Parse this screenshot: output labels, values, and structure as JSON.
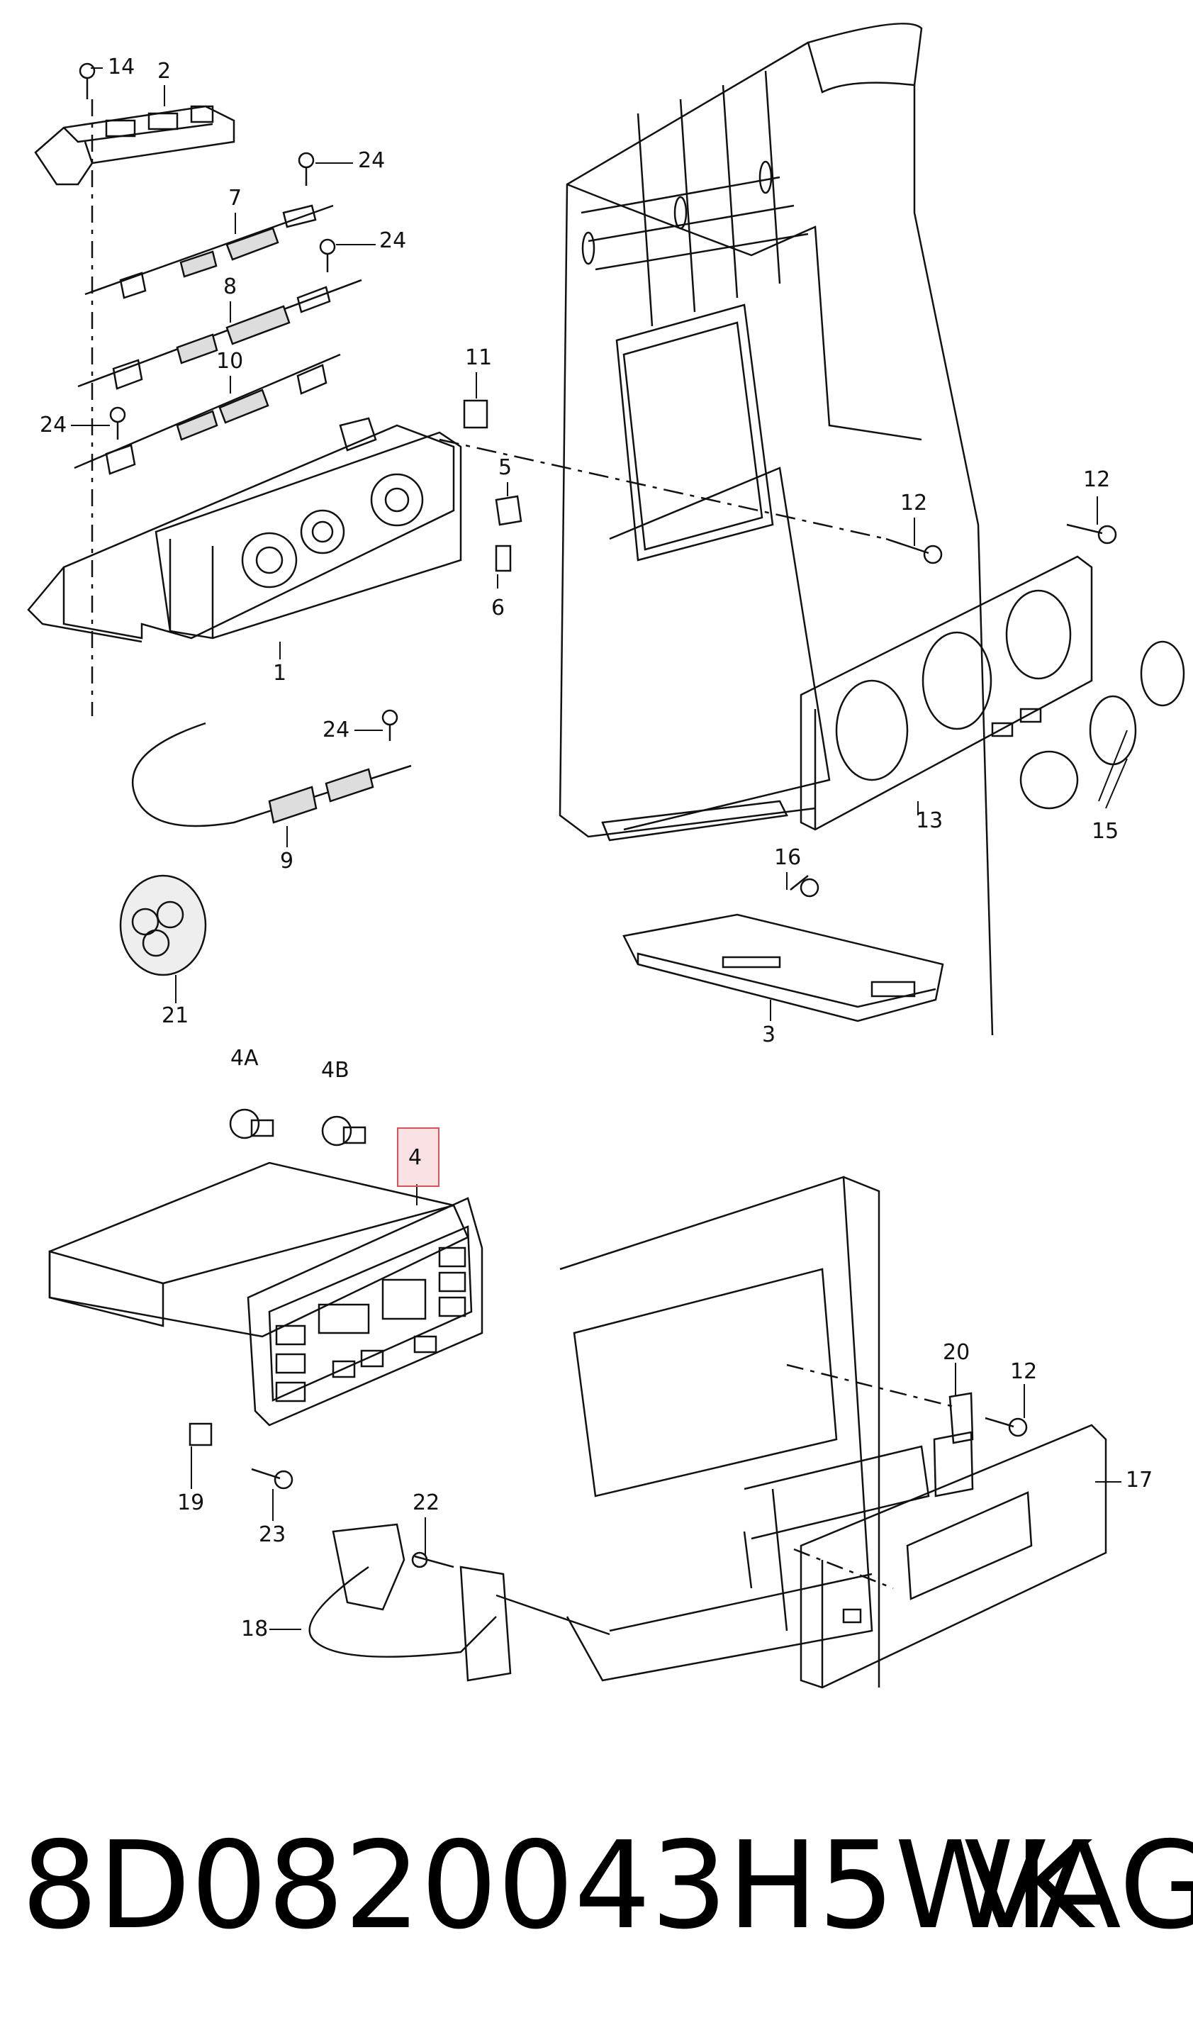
{
  "colors": {
    "line": "#111111",
    "highlight_border": "#d9535f",
    "highlight_fill": "#f0aaaf"
  },
  "callouts": [
    {
      "id": "c14",
      "text": "14"
    },
    {
      "id": "c2",
      "text": "2"
    },
    {
      "id": "c24a",
      "text": "24"
    },
    {
      "id": "c7",
      "text": "7"
    },
    {
      "id": "c24b",
      "text": "24"
    },
    {
      "id": "c8",
      "text": "8"
    },
    {
      "id": "c10",
      "text": "10"
    },
    {
      "id": "c11",
      "text": "11"
    },
    {
      "id": "c24c",
      "text": "24"
    },
    {
      "id": "c5",
      "text": "5"
    },
    {
      "id": "c6",
      "text": "6"
    },
    {
      "id": "c12a",
      "text": "12"
    },
    {
      "id": "c12b",
      "text": "12"
    },
    {
      "id": "c1",
      "text": "1"
    },
    {
      "id": "c24d",
      "text": "24"
    },
    {
      "id": "c9",
      "text": "9"
    },
    {
      "id": "c13",
      "text": "13"
    },
    {
      "id": "c15",
      "text": "15"
    },
    {
      "id": "c16",
      "text": "16"
    },
    {
      "id": "c21",
      "text": "21"
    },
    {
      "id": "c3",
      "text": "3"
    },
    {
      "id": "c4A",
      "text": "4A"
    },
    {
      "id": "c4B",
      "text": "4B"
    },
    {
      "id": "c4",
      "text": "4"
    },
    {
      "id": "c20",
      "text": "20"
    },
    {
      "id": "c12c",
      "text": "12"
    },
    {
      "id": "c17",
      "text": "17"
    },
    {
      "id": "c19",
      "text": "19"
    },
    {
      "id": "c23",
      "text": "23"
    },
    {
      "id": "c22",
      "text": "22"
    },
    {
      "id": "c18",
      "text": "18"
    }
  ],
  "caption": {
    "part_number": "8D0820043H5WK",
    "brand": "VAG"
  }
}
